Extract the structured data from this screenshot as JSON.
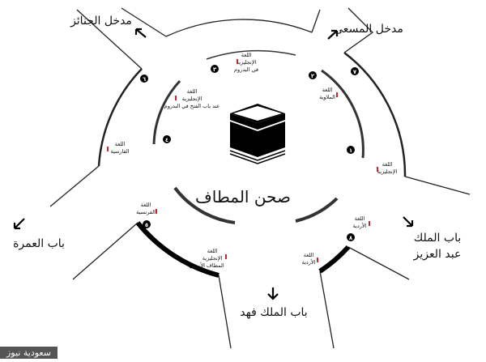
{
  "title": "صحن المطاف",
  "gates": {
    "janaiz": "مدخل الجنائز",
    "masaa": "مدخل المسعى",
    "umrah": "باب العمرة",
    "king_abdulaziz_1": "باب الملك",
    "king_abdulaziz_2": "عبد العزيز",
    "king_fahd": "باب الملك فهد"
  },
  "points": [
    {
      "num": "١",
      "lines": [
        "اللغة",
        "الإنجليزية"
      ]
    },
    {
      "num": "٢",
      "lines": [
        "اللغة",
        "الملاوية"
      ]
    },
    {
      "num": "٣",
      "lines": [
        "اللغة",
        "الإنجليزية",
        "في البدروم"
      ]
    },
    {
      "num": "٤",
      "lines": [
        "اللغة",
        "الإنجليزية",
        "عند باب الفتح في البدروم"
      ]
    },
    {
      "num": "٥",
      "lines": [
        "اللغة",
        "الفرنسية"
      ]
    },
    {
      "num": "٦",
      "lines": [
        "اللغة",
        "الفارسية"
      ]
    },
    {
      "num": "٧",
      "lines": []
    },
    {
      "num": "٨",
      "lines": [
        "اللغة",
        "الأردية"
      ]
    }
  ],
  "extra_labels": {
    "ground": [
      "اللغة",
      "الإنجليزية",
      "المطاف الأرضي"
    ],
    "urdu2": [
      "اللغة",
      "الأردية"
    ]
  },
  "pin_color": "#c0282d",
  "watermark": "سعودية نيوز"
}
